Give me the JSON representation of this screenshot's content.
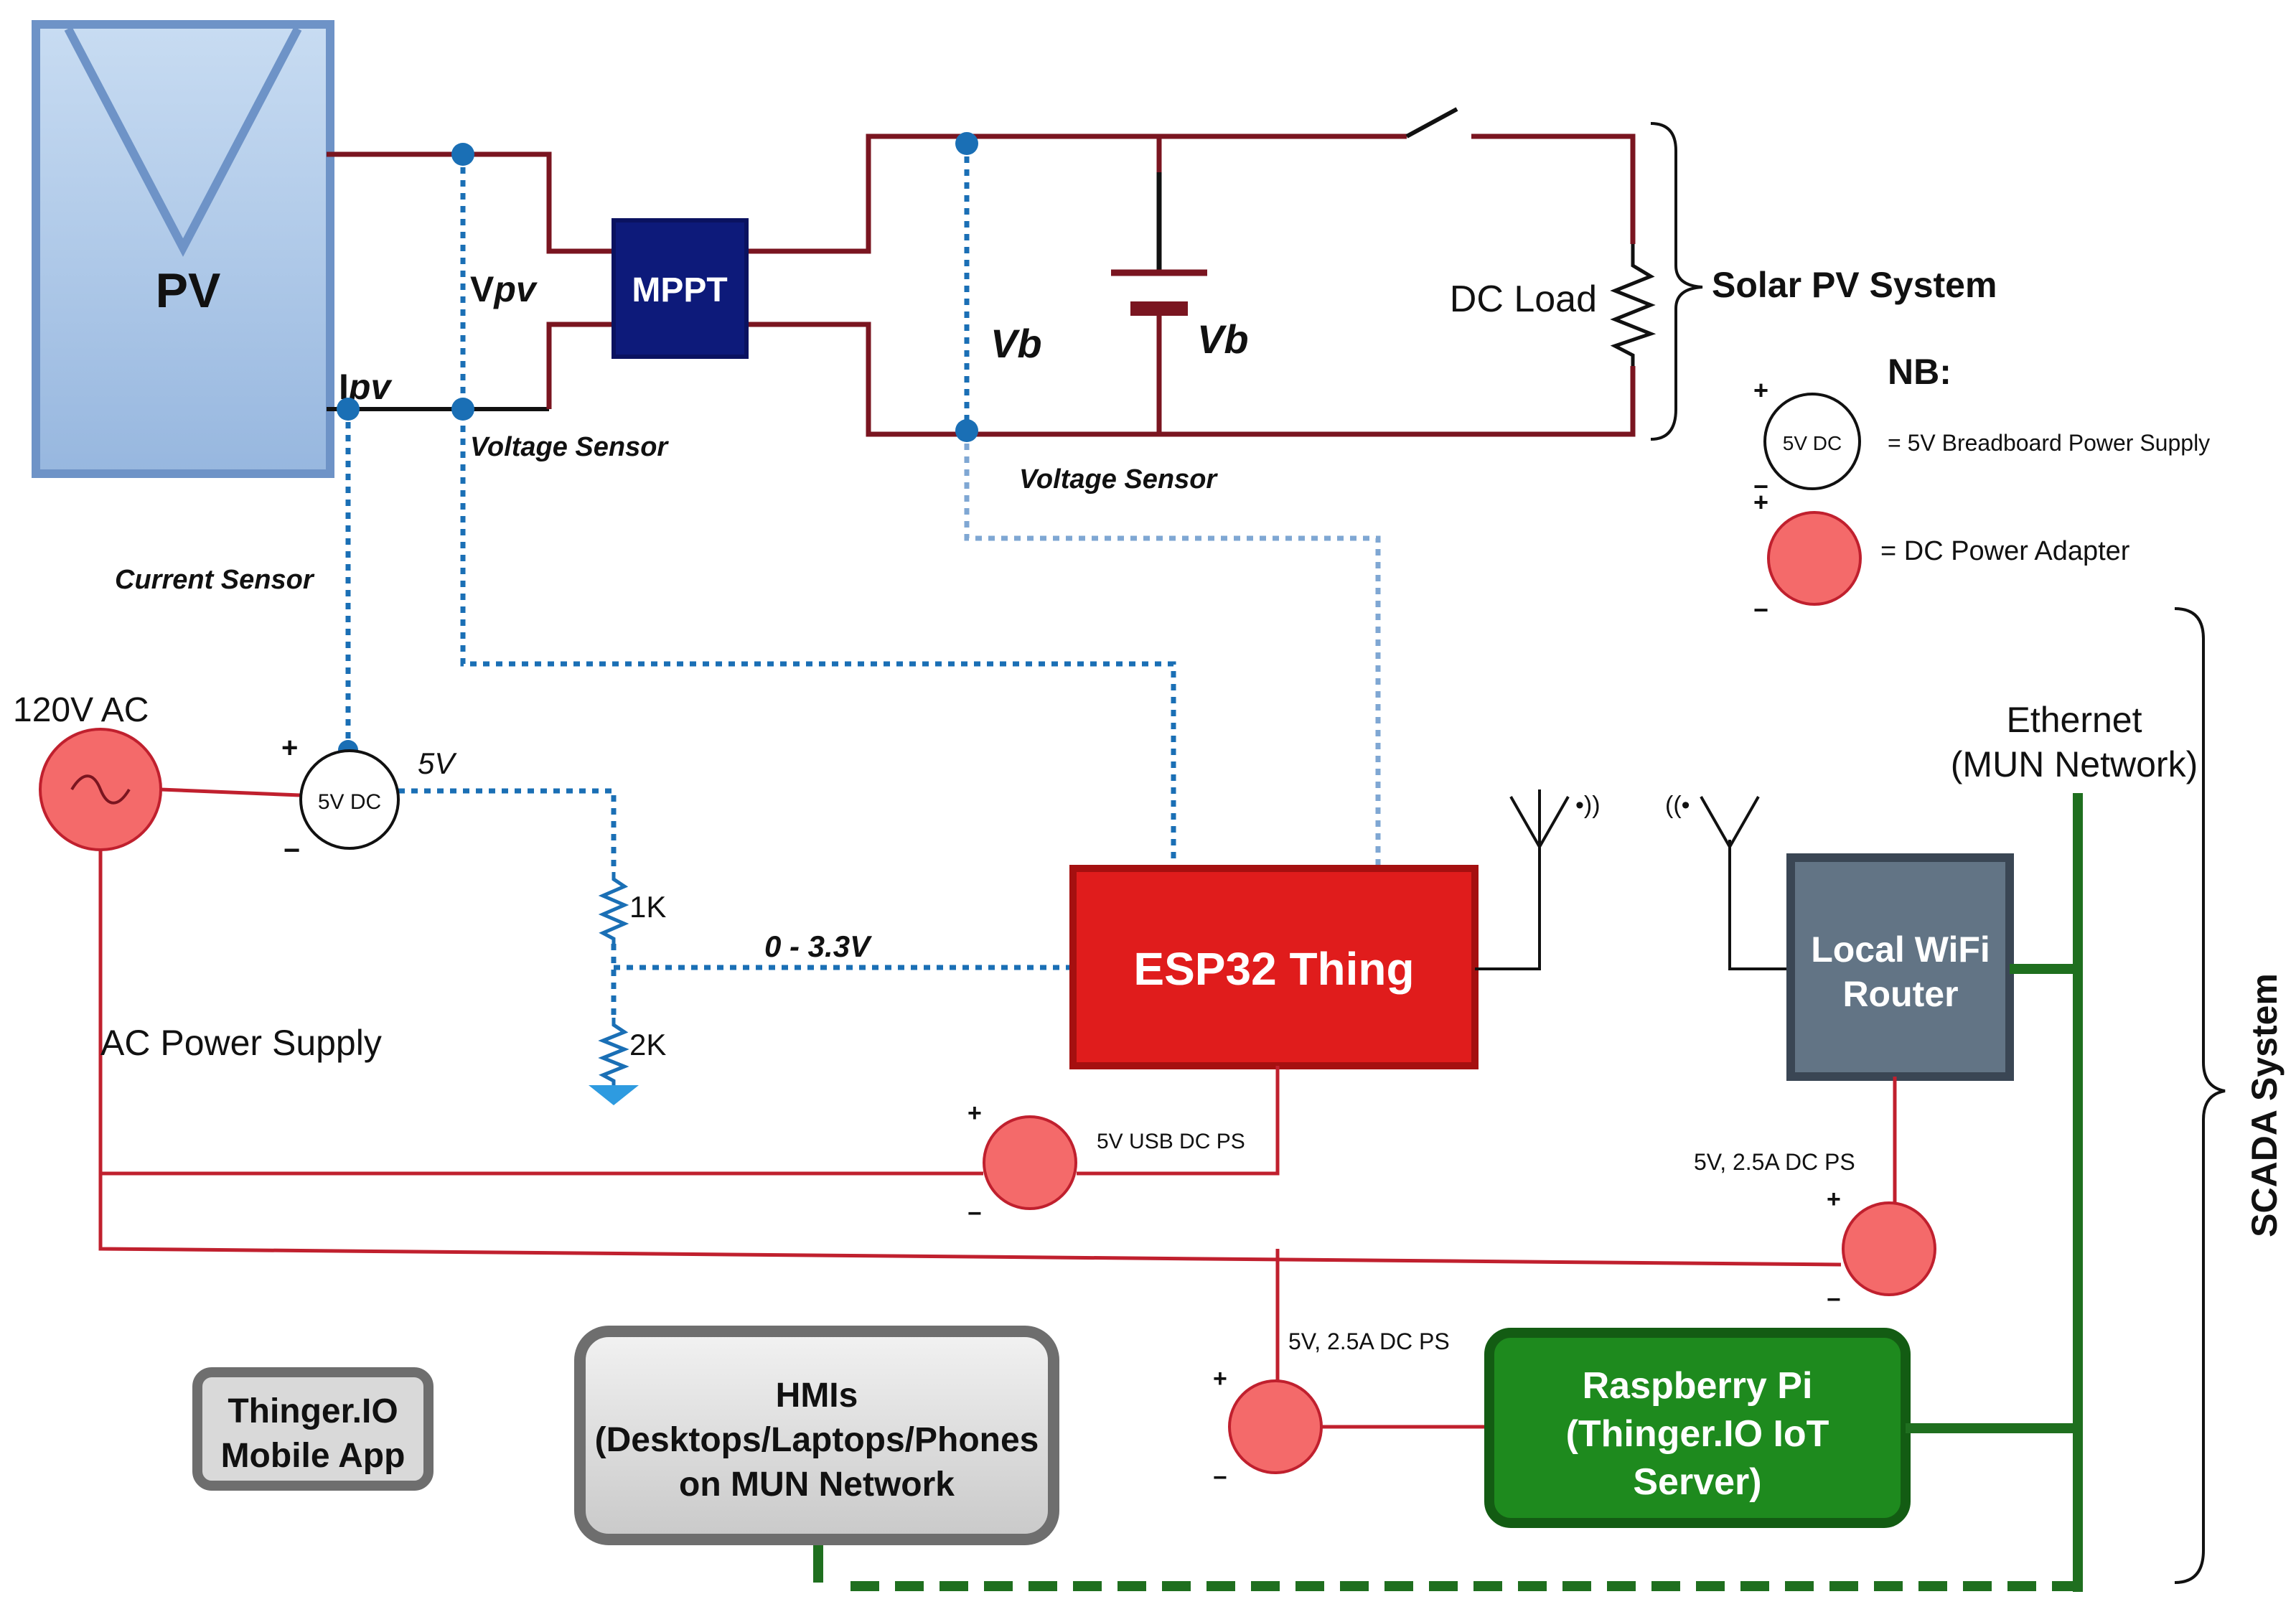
{
  "labels": {
    "pv": "PV",
    "vpv_prefix": "V",
    "vpv_sub": "pv",
    "ipv_prefix": "I",
    "ipv_sub": "pv",
    "mppt": "MPPT",
    "vb_left": "Vb",
    "vb_right": "Vb",
    "dc_load": "DC Load",
    "solar_pv_system": "Solar PV System",
    "voltage_sensor_pv": "Voltage Sensor",
    "voltage_sensor_batt": "Voltage Sensor",
    "current_sensor": "Current Sensor",
    "ac_source": "120V AC",
    "ac_power_supply": "AC Power Supply",
    "supply_5v": "5V",
    "plus": "+",
    "minus": "−",
    "ps_5v_dc": "5V DC",
    "r1": "1K",
    "r2": "2K",
    "adc_range": "0 - 3.3V",
    "esp32": "ESP32 Thing",
    "usb_ps": "5V USB DC PS",
    "router_line1": "Local WiFi",
    "router_line2": "Router",
    "router_ps": "5V, 2.5A DC PS",
    "pi_ps": "5V, 2.5A DC PS",
    "pi_line1": "Raspberry Pi",
    "pi_line2": "(Thinger.IO IoT",
    "pi_line3": "Server)",
    "ethernet_line1": "Ethernet",
    "ethernet_line2": "(MUN Network)",
    "scada_system": "SCADA System",
    "hmi_line1": "HMIs",
    "hmi_line2": "(Desktops/Laptops/Phones",
    "hmi_line3": "on MUN Network",
    "app_line1": "Thinger.IO",
    "app_line2": "Mobile App"
  },
  "legend": {
    "title": "NB:",
    "item1_symbol": "5V DC",
    "item1_text": "=  5V Breadboard Power Supply",
    "item2_text": "=  DC Power Adapter"
  },
  "colors": {
    "pv_panel": "#a9c6e8",
    "mppt": "#0d1a7a",
    "esp32": "#e01c1c",
    "router": "#627485",
    "raspberry_pi": "#1e8a1e",
    "hmi": "#dcdcdc",
    "dc_wire": "#7a1520",
    "ac_wire": "#c0202e",
    "sensor_line": "#1a6fb5",
    "ethernet": "#1f6f1f"
  }
}
